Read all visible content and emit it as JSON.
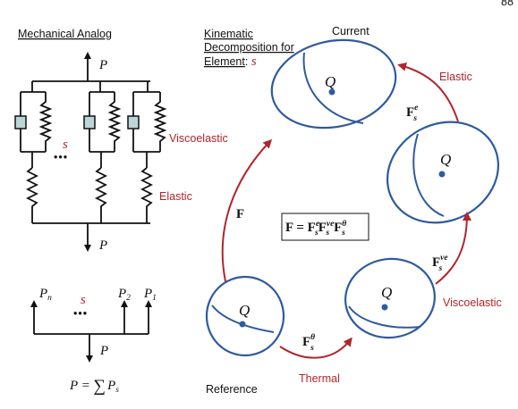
{
  "page_number": "88",
  "mechanical": {
    "title": "Mechanical Analog",
    "p_label": "P",
    "s_label": "s",
    "dots": "•••",
    "viscoelastic_label": "Viscoelastic",
    "elastic_label": "Elastic"
  },
  "sum_diagram": {
    "pn": "P",
    "pn_sub": "n",
    "p2": "P",
    "p2_sub": "2",
    "p1": "P",
    "p1_sub": "1",
    "s_label": "s",
    "dots": "•••",
    "p_label": "P",
    "equation_lhs": "P = ",
    "equation_sum": "∑",
    "equation_rhs": "P",
    "equation_rhs_sub": "s"
  },
  "kinematic": {
    "title_line1": "Kinematic",
    "title_line2": "Decomposition for",
    "title_line3": "Element",
    "title_colon": ": ",
    "title_s": "s"
  },
  "states": {
    "current": "Current",
    "reference": "Reference",
    "q_label": "Q"
  },
  "arrows": {
    "elastic": "Elastic",
    "viscoelastic": "Viscoelastic",
    "thermal": "Thermal",
    "f_label": "F"
  },
  "tensors": {
    "fe_base": "F",
    "fe_sup": "e",
    "fe_sub": "s",
    "fve_base": "F",
    "fve_sup": "ve",
    "fve_sub": "s",
    "ftheta_base": "F",
    "ftheta_sup": "θ",
    "ftheta_sub": "s"
  },
  "decomposition_equation": {
    "lhs": "F = ",
    "f1": "F",
    "f1_sup": "e",
    "f1_sub": "s",
    "f2": "F",
    "f2_sup": "ve",
    "f2_sub": "s",
    "f3": "F",
    "f3_sup": "θ",
    "f3_sub": "s"
  },
  "colors": {
    "ellipse": "#2e5aa0",
    "accent_red": "#b0262c",
    "dashpot_fill": "#bcd5d8"
  }
}
